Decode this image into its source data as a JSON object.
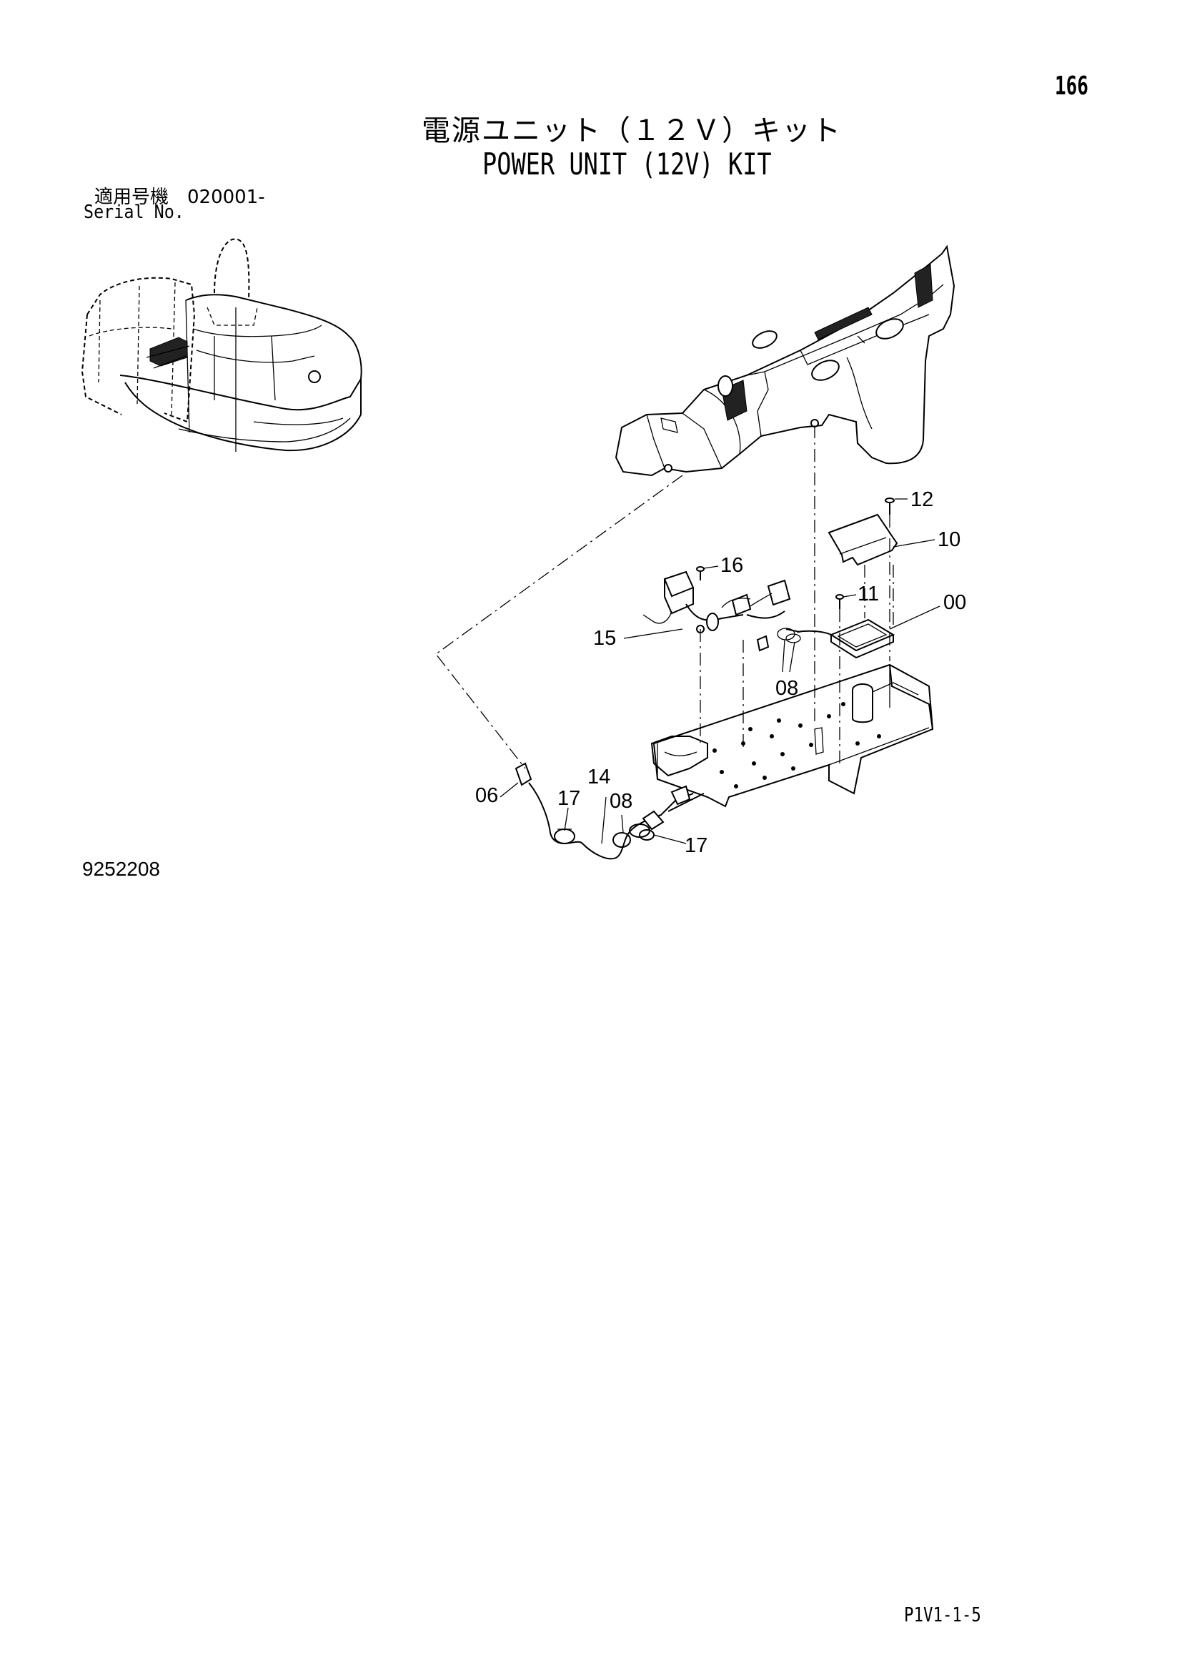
{
  "page": {
    "number": "166",
    "title_jp": "電源ユニット（１２Ｖ）キット",
    "title_en": "POWER UNIT (12V) KIT",
    "serial_label_jp": "適用号機　020001-",
    "serial_label_en": "Serial No.",
    "drawing_number": "9252208",
    "page_code": "P1V1-1-5"
  },
  "callouts": [
    {
      "id": "12",
      "label": "12"
    },
    {
      "id": "10",
      "label": "10"
    },
    {
      "id": "16",
      "label": "16"
    },
    {
      "id": "11",
      "label": "11"
    },
    {
      "id": "00",
      "label": "00"
    },
    {
      "id": "15",
      "label": "15"
    },
    {
      "id": "08a",
      "label": "08"
    },
    {
      "id": "14",
      "label": "14"
    },
    {
      "id": "06",
      "label": "06"
    },
    {
      "id": "17a",
      "label": "17"
    },
    {
      "id": "08b",
      "label": "08"
    },
    {
      "id": "17b",
      "label": "17"
    }
  ]
}
